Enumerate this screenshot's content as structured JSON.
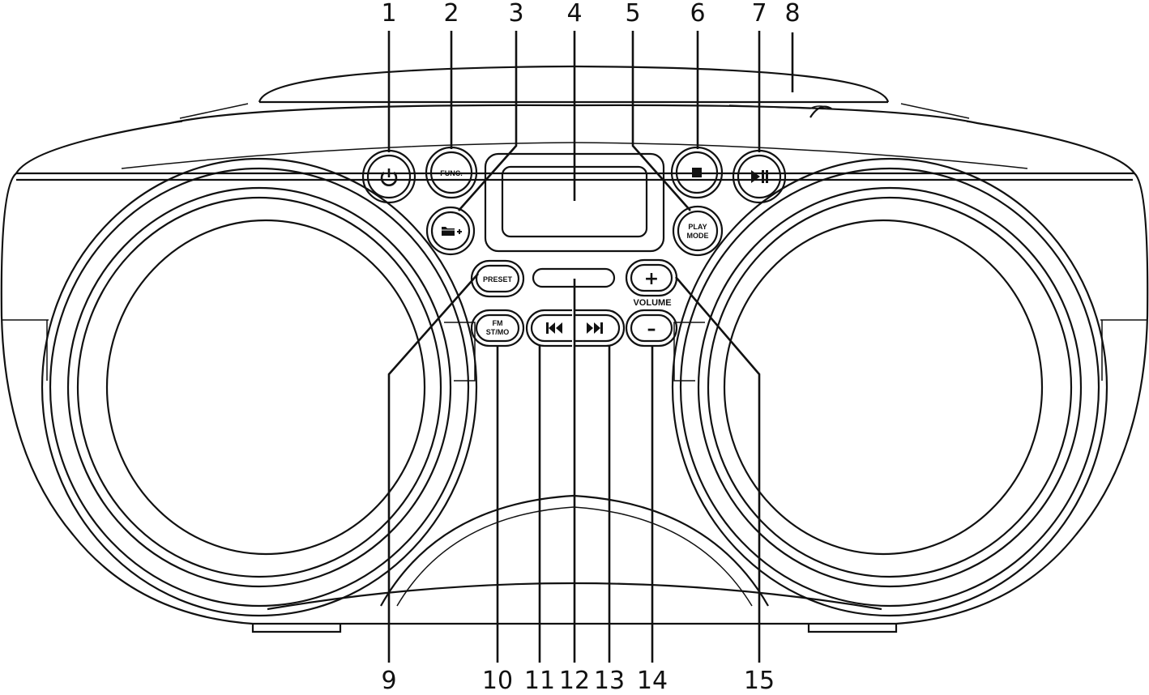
{
  "callouts_top": [
    "1",
    "2",
    "3",
    "4",
    "5",
    "6",
    "7",
    "8"
  ],
  "callouts_bottom": [
    "9",
    "10",
    "11",
    "12",
    "13",
    "14",
    "15"
  ],
  "buttons": {
    "func": "FUNC.",
    "play_mode_line1": "PLAY",
    "play_mode_line2": "MODE",
    "preset": "PRESET",
    "fm_line1": "FM",
    "fm_line2": "ST/MO",
    "volume": "VOLUME",
    "plus": "+",
    "minus": "–"
  },
  "icons": {
    "power": "power-icon",
    "stop": "stop-icon",
    "play_pause": "play-pause-icon",
    "folder_plus": "folder-plus-icon",
    "skip_back": "skip-back-icon",
    "skip_forward": "skip-forward-icon"
  }
}
